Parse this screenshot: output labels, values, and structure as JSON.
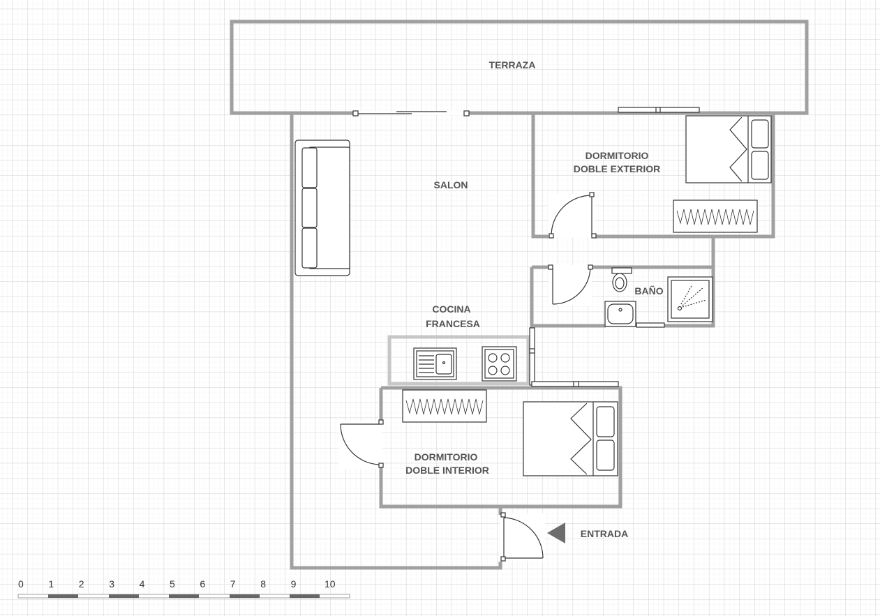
{
  "rooms": {
    "terraza": "TERRAZA",
    "salon": "SALON",
    "dormitorio_exterior": [
      "DORMITORIO",
      "DOBLE EXTERIOR"
    ],
    "bano": "BAÑO",
    "cocina": [
      "COCINA",
      "FRANCESA"
    ],
    "dormitorio_interior": [
      "DORMITORIO",
      "DOBLE INTERIOR"
    ],
    "entrada": "ENTRADA"
  },
  "scale": {
    "ticks": [
      "0",
      "1",
      "2",
      "3",
      "4",
      "5",
      "6",
      "7",
      "8",
      "9",
      "10"
    ]
  },
  "colors": {
    "wall": "#a0a0a0",
    "grid_minor": "#e6e6e6",
    "grid_major": "#cfcfcf",
    "fixture_stroke": "#333333",
    "entry_marker": "#6c6c6c"
  }
}
